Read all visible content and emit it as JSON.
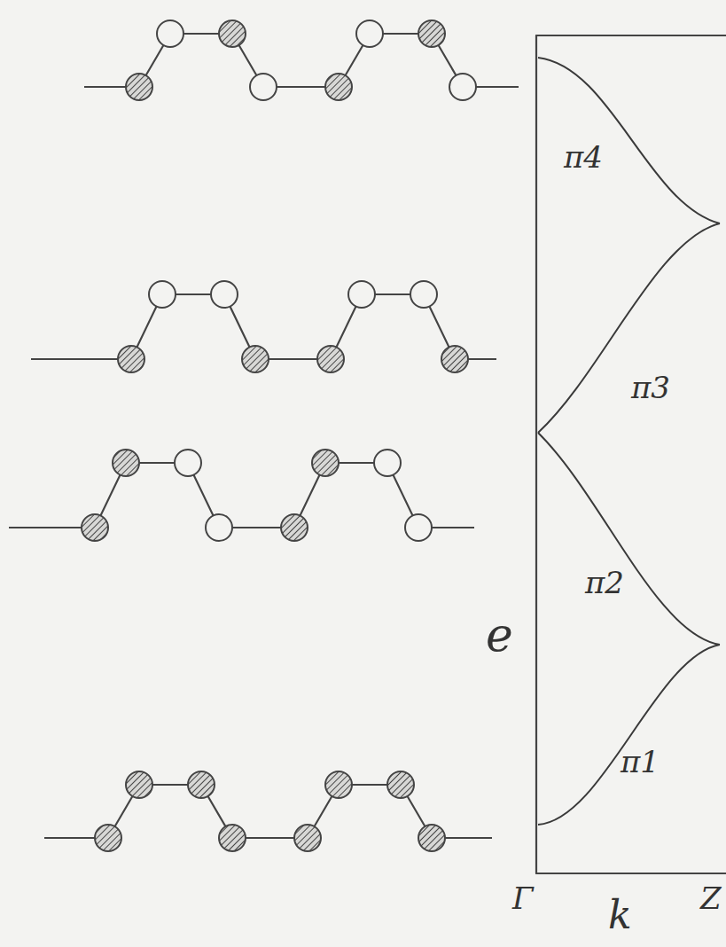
{
  "diagram": {
    "labels": [
      "π4",
      "π3",
      "π2",
      "π1",
      "e",
      "Γ",
      "k",
      "Z"
    ]
  }
}
